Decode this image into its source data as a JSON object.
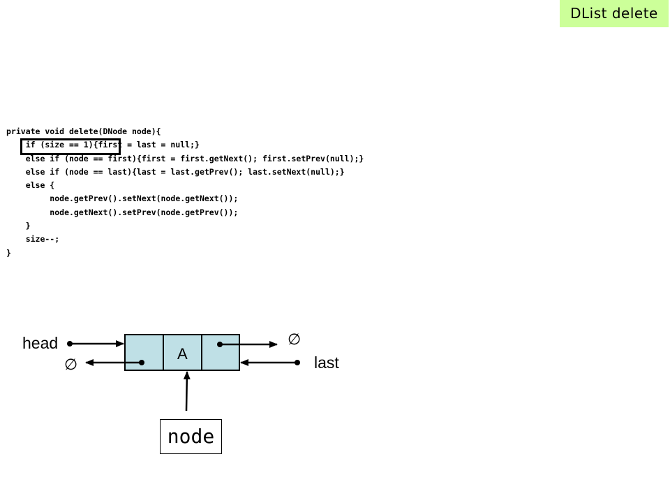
{
  "slide": {
    "title": "DList delete"
  },
  "code": {
    "lines": [
      "private void delete(DNode node){",
      "    if (size == 1){first = last = null;}",
      "    else if (node == first){first = first.getNext(); first.setPrev(null);}",
      "    else if (node == last){last = last.getPrev(); last.setNext(null);}",
      "    else {",
      "         node.getPrev().setNext(node.getNext());",
      "         node.getNext().setPrev(node.getPrev());",
      "    }",
      "    size--;",
      "}"
    ],
    "highlighted_line": 1
  },
  "diagram": {
    "head_label": "head",
    "last_label": "last",
    "node_value": "A",
    "null_symbol": "∅",
    "node_label": "node",
    "cell_color": "#bfe0e6"
  }
}
